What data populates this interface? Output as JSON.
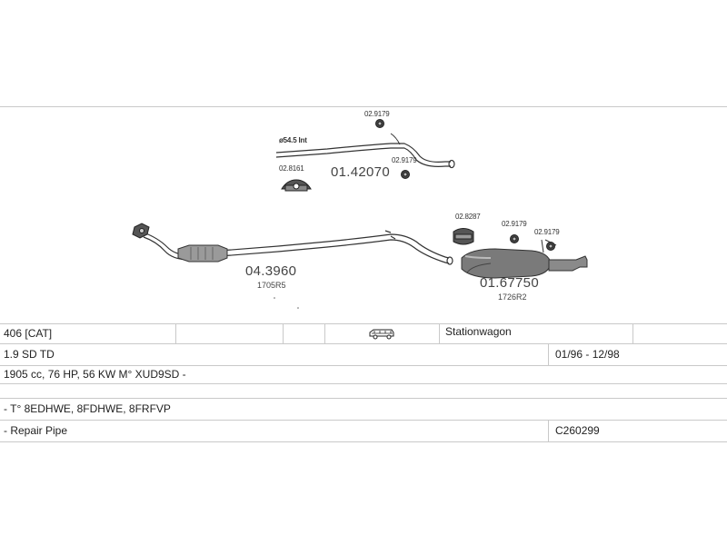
{
  "diagram": {
    "front_pipe": {
      "part_no": "01.42070",
      "diameter_label": "ø54.5 Int"
    },
    "front_pipe_clamp_top": "02.9179",
    "front_pipe_clamp_end": "02.9179",
    "front_pipe_mount": "02.8161",
    "center_pipe": {
      "part_no": "04.3960",
      "ref": "1705R5"
    },
    "rear_muffler": {
      "part_no": "01.67750",
      "ref": "1726R2"
    },
    "rear_mount": "02.8287",
    "rear_clamp_1": "02.9179",
    "rear_clamp_2": "02.9179"
  },
  "table": {
    "model": "406  [CAT]",
    "body_type": "Stationwagon",
    "engine": "1.9 SD TD",
    "period": "01/96 - 12/98",
    "engine_details": "1905 cc, 76 HP, 56 KW M° XUD9SD -",
    "type_codes": "- T° 8EDHWE, 8FDHWE, 8FRFVP",
    "repair_label": "- Repair Pipe",
    "catalogue_code": "C260299"
  },
  "icons": {
    "vehicle": "station-wagon-icon"
  }
}
